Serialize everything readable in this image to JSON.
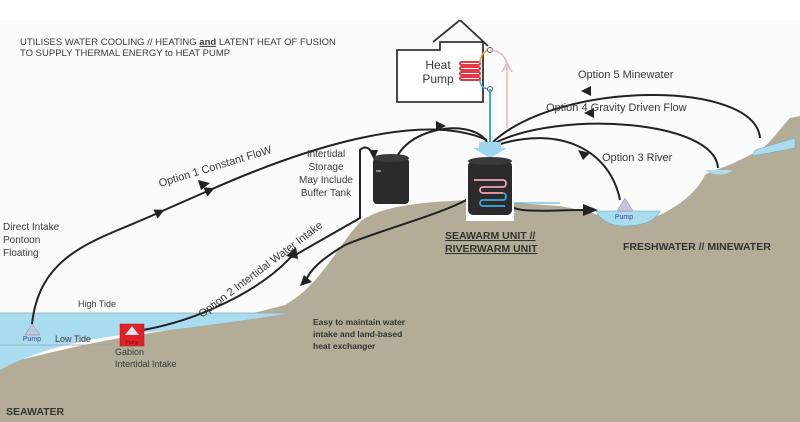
{
  "header": {
    "line1_pre": "UTILISES WATER COOLING // HEATING ",
    "line1_emph": "and",
    "line1_post": " LATENT HEAT OF FUSION",
    "line2": "TO SUPPLY THERMAL ENERGY to HEAT PUMP"
  },
  "heat_pump": {
    "line1": "Heat",
    "line2": "Pump"
  },
  "options": {
    "option1": "Option 1 Constant FloW",
    "option2": "Option 2 Intertidal Water Intake",
    "option3": "Option 3 River",
    "option4": "Option 4 Gravity Driven Flow",
    "option5": "Option 5 Minewater"
  },
  "direct_intake": {
    "line1": "Direct Intake",
    "line2": "Pontoon",
    "line3": "Floating"
  },
  "storage": {
    "line1": "Intertidal",
    "line2": "Storage",
    "line3": "May Include",
    "line4": "Buffer Tank"
  },
  "unit": {
    "line1": "SEAWARM UNIT //",
    "line2": "RIVERWARM UNIT"
  },
  "freshwater_label": "FRESHWATER // MINEWATER",
  "tides": {
    "high": "High Tide",
    "low": "Low Tide"
  },
  "pump_label": "Pump",
  "gabion": {
    "line1": "Gabion",
    "line2": "Intertidal Intake"
  },
  "maintenance": {
    "line1": "Easy to maintain water",
    "line2": "intake and land-based",
    "line3": "heat exchanger"
  },
  "seawater_label": "SEAWATER",
  "colors": {
    "ground": "#b3ad98",
    "water": "#a9dcef",
    "tank": "#2b2b2b",
    "gabion_red": "#e02128",
    "hot_coil": "#f0a3ae",
    "cold_coil": "#3fa8e0",
    "heat_coil_red": "#e53a45",
    "pump_triangle": "#c8c3dc"
  }
}
